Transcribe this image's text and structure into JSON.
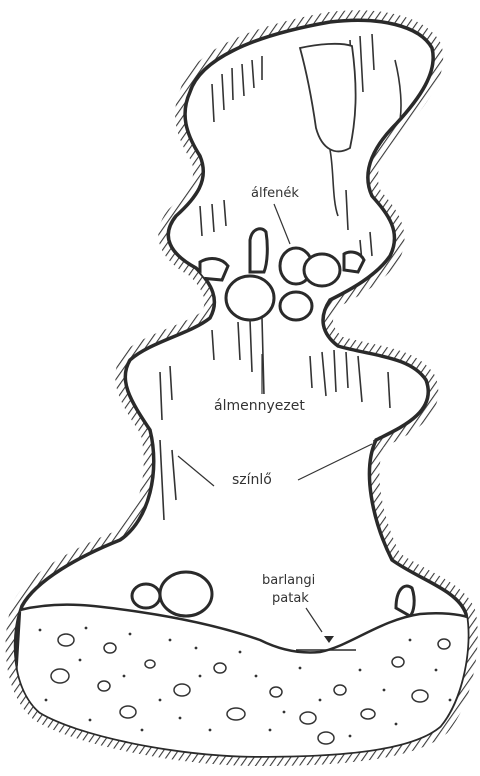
{
  "labels": {
    "alfenek": "álfenék",
    "almennyezet": "álmennyezet",
    "szinlo": "színlő",
    "barlangi_patak_line1": "barlangi",
    "barlangi_patak_line2": "patak"
  },
  "colors": {
    "ink": "#333333",
    "rock_hatch": "#3a3a3a",
    "sediment": "#ffffff",
    "background": "#ffffff"
  }
}
